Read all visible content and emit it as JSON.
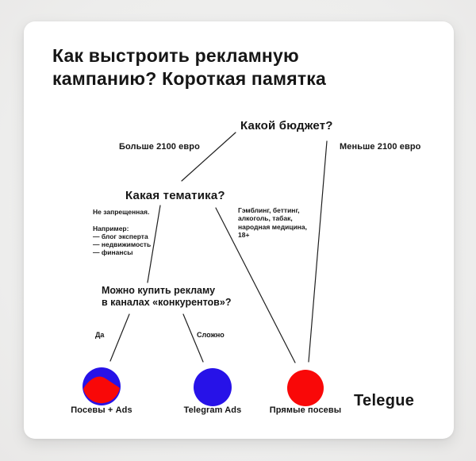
{
  "colors": {
    "background": "#efefef",
    "card": "#ffffff",
    "text": "#161616",
    "line": "#1f1f1f",
    "blue": "#2712e8",
    "red": "#f90808"
  },
  "title": "Как выстроить рекламную\nкампанию? Короткая памятка",
  "tree": {
    "budget_question": "Какой бюджет?",
    "budget_more": "Больше 2100 евро",
    "budget_less": "Меньше 2100 евро",
    "topic_question": "Какая тематика?",
    "topic_allowed": "Не запрещенная.\n\nНапример:\n— блог эксперта\n— недвижимость\n— финансы",
    "topic_banned": "Гэмблинг, беттинг,\nалкоголь, табак,\nнародная медицина,\n18+",
    "competitors_question": "Можно купить рекламу\nв каналах «конкурентов»?",
    "answer_yes": "Да",
    "answer_hard": "Сложно",
    "outcomes": [
      {
        "label": "Посевы + Ads"
      },
      {
        "label": "Telegram Ads"
      },
      {
        "label": "Прямые посевы"
      }
    ]
  },
  "logo": "Telegue"
}
